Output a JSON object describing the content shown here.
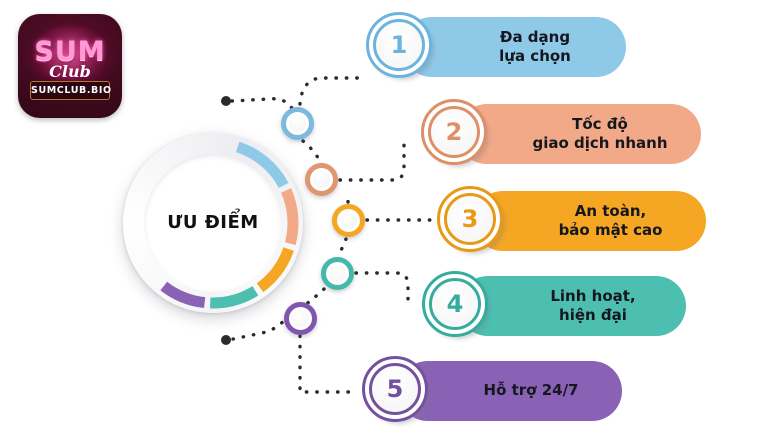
{
  "logo": {
    "name": "SUM",
    "script": "Club",
    "domain": "SUMCLUB.BIO"
  },
  "center": {
    "label": "ƯU ĐIỂM"
  },
  "colors": {
    "item1": "#8ecae8",
    "item1_dark": "#5ba3cf",
    "item2": "#f2a988",
    "item2_dark": "#d98a62",
    "item3": "#f5a623",
    "item3_dark": "#e09010",
    "item4": "#4cbfb0",
    "item4_dark": "#2fa396",
    "item5": "#8a62b5",
    "item5_dark": "#6f4c9b",
    "text": "#15171f",
    "dot": "#2b2b2b",
    "logo_bg": "#430a20",
    "logo_pink": "#ff9ad4"
  },
  "items": [
    {
      "number": "1",
      "label": "Đa dạng\nlựa chọn",
      "color": "#8ecae8",
      "ring": "#6cb4db"
    },
    {
      "number": "2",
      "label": "Tốc độ\ngiao dịch nhanh",
      "color": "#f2a988",
      "ring": "#dd9068"
    },
    {
      "number": "3",
      "label": "An toàn,\nbảo mật cao",
      "color": "#f5a623",
      "ring": "#e79a16"
    },
    {
      "number": "4",
      "label": "Linh hoạt,\nhiện đại",
      "color": "#4cbfb0",
      "ring": "#35ac9e"
    },
    {
      "number": "5",
      "label": "Hỗ trợ 24/7",
      "color": "#8a62b5",
      "ring": "#74509e"
    }
  ],
  "connector_rings": [
    {
      "index": "1",
      "color": "#7cb9dd"
    },
    {
      "index": "2",
      "color": "#e0966f"
    },
    {
      "index": "3",
      "color": "#f5a623"
    },
    {
      "index": "4",
      "color": "#46b8aa"
    },
    {
      "index": "5",
      "color": "#8055ad"
    }
  ]
}
